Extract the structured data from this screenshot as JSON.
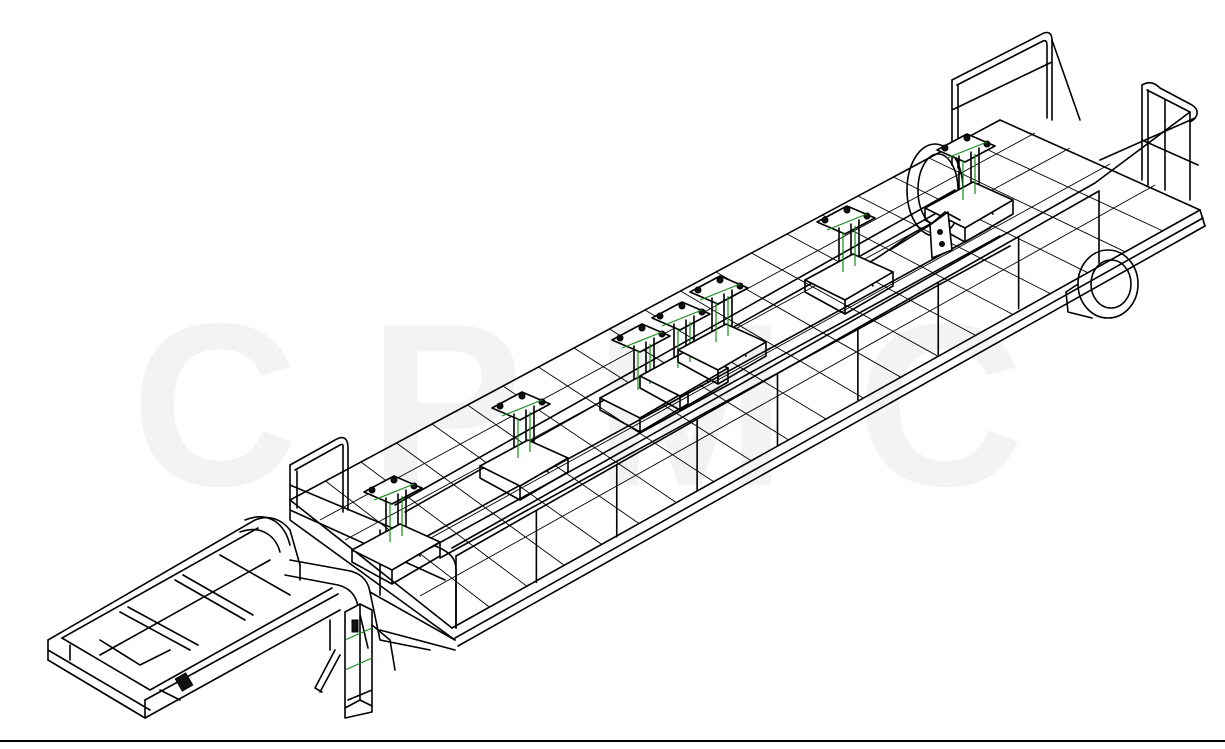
{
  "watermark": {
    "text": "CPMC",
    "color": "#f3f3f3"
  },
  "drawing": {
    "line_color": "#000000",
    "accent_color": "#1c8a1c",
    "background": "#ffffff",
    "support_count": 7,
    "wheel_count": 2
  }
}
